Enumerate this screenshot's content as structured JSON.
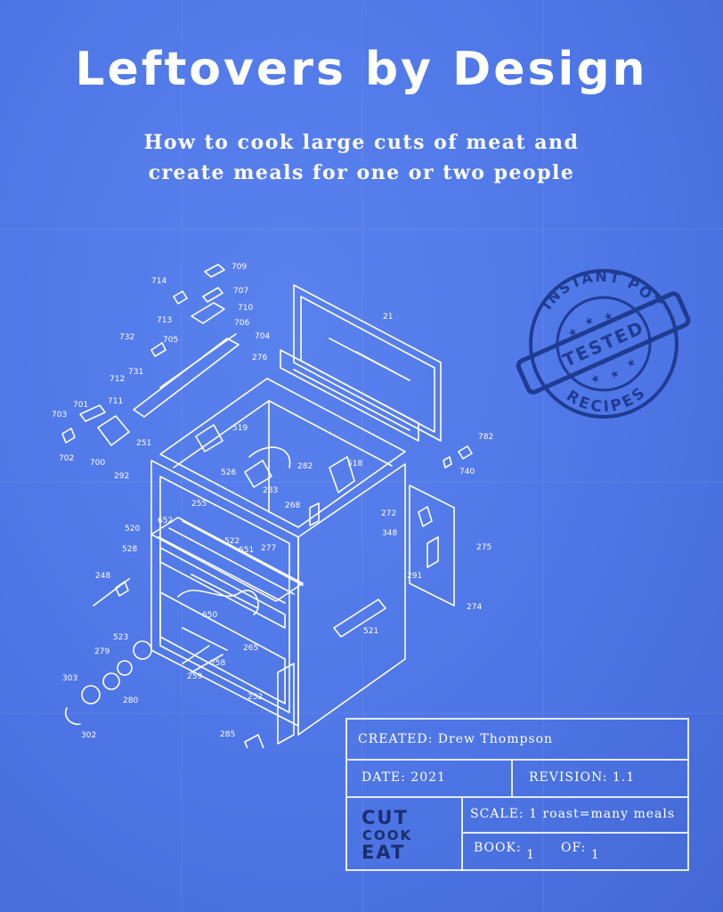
{
  "cover": {
    "title": "Leftovers by Design",
    "subtitle_line1": "How to cook large cuts of meat and",
    "subtitle_line2": "create meals for one or two people"
  },
  "stamp": {
    "top_text": "INSTANT POT",
    "center_text": "TESTED",
    "bottom_text": "RECIPES"
  },
  "diagram": {
    "part_numbers": [
      "709",
      "714",
      "707",
      "710",
      "713",
      "706",
      "732",
      "705",
      "704",
      "21",
      "276",
      "731",
      "712",
      "711",
      "701",
      "703",
      "702",
      "700",
      "519",
      "782",
      "251",
      "526",
      "282",
      "518",
      "740",
      "292",
      "283",
      "255",
      "268",
      "272",
      "520",
      "652",
      "522",
      "651",
      "277",
      "348",
      "275",
      "528",
      "248",
      "291",
      "274",
      "650",
      "521",
      "523",
      "279",
      "265",
      "258",
      "259",
      "303",
      "280",
      "252",
      "302",
      "285"
    ]
  },
  "title_block": {
    "created_label": "CREATED:",
    "created_value": "Drew Thompson",
    "date_label": "DATE:",
    "date_value": "2021",
    "revision_label": "REVISION:",
    "revision_value": "1.1",
    "scale_label": "SCALE:",
    "scale_value": "1 roast=many meals",
    "book_label": "BOOK:",
    "book_value": "1",
    "of_label": "OF:",
    "of_value": "1"
  },
  "logo": {
    "line1": "CUT",
    "line2": "COOK",
    "line3": "EAT"
  },
  "colors": {
    "background": "#4e76e6",
    "stamp": "#1f3c93",
    "logo": "#1b2e6e",
    "line": "#ffffff"
  }
}
